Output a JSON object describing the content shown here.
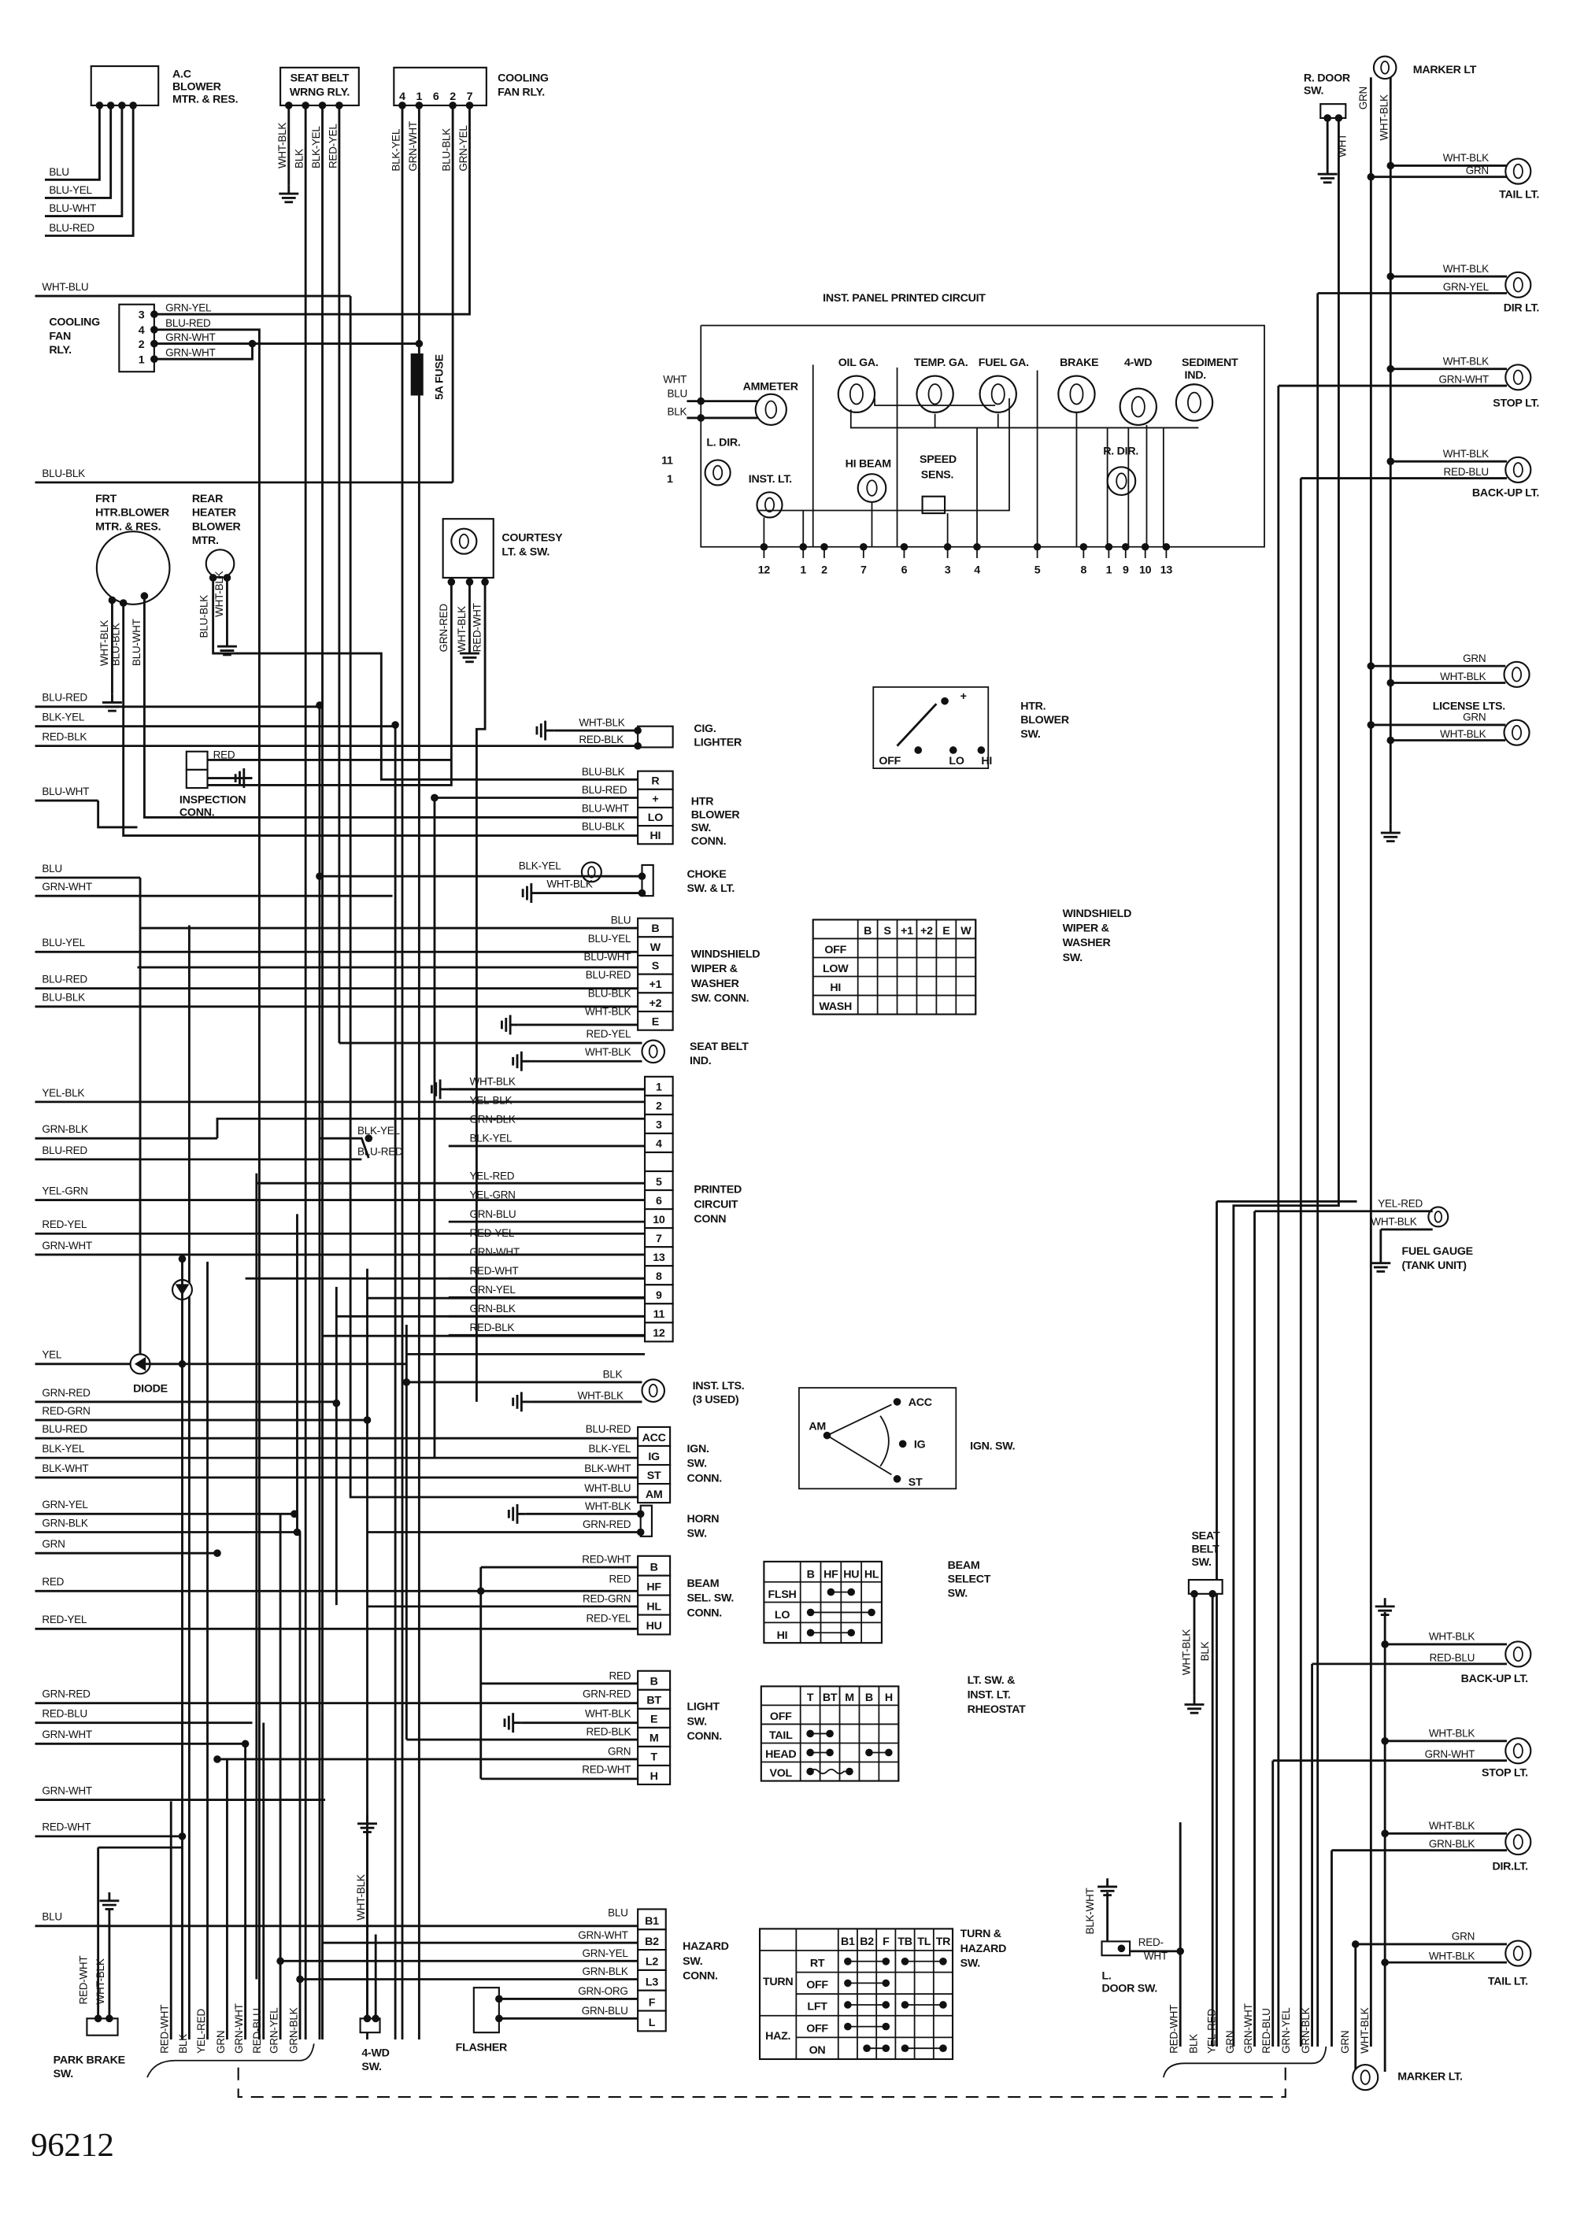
{
  "diagram_number": "96212",
  "ac_blower": {
    "label": [
      "A.C",
      "BLOWER",
      "MTR. & RES."
    ],
    "wires": [
      "BLU",
      "BLU-YEL",
      "BLU-WHT",
      "BLU-RED"
    ]
  },
  "seat_belt_relay": {
    "label": [
      "SEAT BELT",
      "WRNG RLY."
    ],
    "wires": [
      "WHT-BLK",
      "BLK",
      "BLK-YEL",
      "RED-YEL"
    ]
  },
  "cooling_fan_relay_top": {
    "label": [
      "COOLING",
      "FAN RLY."
    ],
    "pins": [
      "4",
      "1",
      "6",
      "2",
      "7"
    ],
    "wires": [
      "BLK-YEL",
      "GRN-WHT",
      "BLU-BLK",
      "GRN-YEL"
    ]
  },
  "cooling_fan_relay_left": {
    "label": [
      "COOLING",
      "FAN",
      "RLY."
    ],
    "pins": [
      "3",
      "4",
      "2",
      "1"
    ],
    "wires": [
      "GRN-YEL",
      "BLU-RED",
      "GRN-WHT",
      "GRN-WHT"
    ]
  },
  "fuse": "5A FUSE",
  "frt_blower": {
    "label": [
      "FRT",
      "HTR.BLOWER",
      "MTR. & RES."
    ],
    "wires": [
      "WHT-BLK",
      "BLU-BLK",
      "BLU-WHT"
    ]
  },
  "rear_blower": {
    "label": [
      "REAR",
      "HEATER",
      "BLOWER",
      "MTR."
    ],
    "wires": [
      "BLU-BLK",
      "WHT-BLK"
    ]
  },
  "courtesy": {
    "label": [
      "COURTESY",
      "LT. & SW."
    ],
    "wires": [
      "GRN-RED",
      "WHT-BLK",
      "RED-WHT"
    ]
  },
  "left_wires": [
    "WHT-BLU",
    "BLU-BLK",
    "BLU-RED",
    "BLK-YEL",
    "RED-BLK",
    "BLU-WHT",
    "BLU",
    "GRN-WHT",
    "BLU-YEL",
    "BLU-RED",
    "BLU-BLK",
    "YEL-BLK",
    "GRN-BLK",
    "BLU-RED",
    "YEL-GRN",
    "RED-YEL",
    "GRN-WHT",
    "YEL",
    "GRN-RED",
    "RED-GRN",
    "BLU-RED",
    "BLK-YEL",
    "BLK-WHT",
    "GRN-YEL",
    "GRN-BLK",
    "GRN",
    "RED",
    "RED-YEL",
    "GRN-RED",
    "RED-BLU",
    "GRN-WHT",
    "GRN-WHT",
    "RED-WHT",
    "BLU"
  ],
  "inspection_conn": {
    "wire": "RED",
    "label": [
      "INSPECTION",
      "CONN."
    ]
  },
  "cig_lighter": {
    "wires": [
      "WHT-BLK",
      "RED-BLK"
    ],
    "label": [
      "CIG.",
      "LIGHTER"
    ]
  },
  "htr_blower_conn": {
    "pins": [
      "R",
      "+",
      "LO",
      "HI"
    ],
    "wires": [
      "BLU-BLK",
      "BLU-RED",
      "BLU-WHT",
      "BLU-BLK"
    ],
    "label": [
      "HTR",
      "BLOWER",
      "SW.",
      "CONN."
    ]
  },
  "choke": {
    "wires": [
      "BLK-YEL",
      "WHT-BLK"
    ],
    "label": [
      "CHOKE",
      "SW. & LT."
    ]
  },
  "wiper_conn": {
    "pins": [
      "B",
      "W",
      "S",
      "+1",
      "+2",
      "E"
    ],
    "wires": [
      "BLU",
      "BLU-YEL",
      "BLU-WHT",
      "BLU-RED",
      "BLU-BLK",
      "WHT-BLK"
    ],
    "label": [
      "WINDSHIELD",
      "WIPER &",
      "WASHER",
      "SW. CONN."
    ]
  },
  "seat_belt_ind": {
    "wires": [
      "RED-YEL",
      "WHT-BLK"
    ],
    "label": [
      "SEAT BELT",
      "IND."
    ]
  },
  "pc_conn": {
    "pins": [
      "1",
      "2",
      "3",
      "4",
      "",
      "5",
      "6",
      "10",
      "7",
      "13",
      "8",
      "9",
      "11",
      "12"
    ],
    "wires": [
      "WHT-BLK",
      "YEL-BLK",
      "GRN-BLK",
      "BLK-YEL",
      "YEL-RED",
      "YEL-GRN",
      "GRN-BLU",
      "RED-YEL",
      "GRN-WHT",
      "RED-WHT",
      "GRN-YEL",
      "GRN-BLK",
      "RED-BLK"
    ],
    "junction_wires": [
      "BLK-YEL",
      "BLU-RED"
    ],
    "label": [
      "PRINTED",
      "CIRCUIT",
      "CONN"
    ]
  },
  "diode": "DIODE",
  "inst_lts": {
    "wires": [
      "BLK",
      "WHT-BLK"
    ],
    "label": [
      "INST. LTS.",
      "(3 USED)"
    ]
  },
  "ign_conn": {
    "pins": [
      "ACC",
      "IG",
      "ST",
      "AM"
    ],
    "wires": [
      "BLU-RED",
      "BLK-YEL",
      "BLK-WHT",
      "WHT-BLU"
    ],
    "label": [
      "IGN.",
      "SW.",
      "CONN."
    ]
  },
  "horn": {
    "wires": [
      "WHT-BLK",
      "GRN-RED"
    ],
    "label": [
      "HORN",
      "SW."
    ]
  },
  "beam_conn": {
    "pins": [
      "B",
      "HF",
      "HL",
      "HU"
    ],
    "wires": [
      "RED-WHT",
      "RED",
      "RED-GRN",
      "RED-YEL"
    ],
    "label": [
      "BEAM",
      "SEL. SW.",
      "CONN."
    ]
  },
  "light_conn": {
    "pins": [
      "B",
      "BT",
      "E",
      "M",
      "T",
      "H"
    ],
    "wires": [
      "RED",
      "GRN-RED",
      "WHT-BLK",
      "RED-BLK",
      "GRN",
      "RED-WHT"
    ],
    "label": [
      "LIGHT",
      "SW.",
      "CONN."
    ]
  },
  "hazard_conn": {
    "pins": [
      "B1",
      "B2",
      "L2",
      "L3",
      "F",
      "L"
    ],
    "wires": [
      "BLU",
      "GRN-WHT",
      "GRN-YEL",
      "GRN-BLK",
      "GRN-ORG",
      "GRN-BLU"
    ],
    "label": [
      "HAZARD",
      "SW.",
      "CONN."
    ]
  },
  "flasher": "FLASHER",
  "four_wd_sw": {
    "wire": "WHT-BLK",
    "label": [
      "4-WD",
      "SW."
    ]
  },
  "park_brake_sw": {
    "wires": [
      "RED-WHT",
      "WHT-BLK"
    ],
    "label": [
      "PARK BRAKE",
      "SW."
    ]
  },
  "bottom_left_bundle": [
    "RED-WHT",
    "BLK",
    "YEL-RED",
    "GRN",
    "GRN-WHT",
    "RED-BLU",
    "GRN-YEL",
    "GRN-BLK"
  ],
  "inst_panel": {
    "title": "INST. PANEL PRINTED CIRCUIT",
    "input_wires": [
      "WHT",
      "BLU",
      "BLK"
    ],
    "lamps": [
      "AMMETER",
      "L. DIR.",
      "INST. LT.",
      "OIL GA.",
      "TEMP. GA.",
      "FUEL GA.",
      "BRAKE",
      "4-WD",
      "SEDIMENT",
      "IND.",
      "HI BEAM",
      "SPEED",
      "SENS.",
      "R. DIR."
    ],
    "left_terminals": [
      "11",
      "1"
    ],
    "terminals": [
      "12",
      "1",
      "2",
      "7",
      "6",
      "3",
      "4",
      "5",
      "8",
      "1",
      "9",
      "10",
      "13"
    ]
  },
  "htr_blower_sw": {
    "positions": [
      "+",
      "OFF",
      "LO",
      "HI"
    ],
    "label": [
      "HTR.",
      "BLOWER",
      "SW."
    ]
  },
  "wiper_table": {
    "columns": [
      "B",
      "S",
      "+1",
      "+2",
      "E",
      "W"
    ],
    "rows": [
      "OFF",
      "LOW",
      "HI",
      "WASH"
    ],
    "label": [
      "WINDSHIELD",
      "WIPER &",
      "WASHER",
      "SW."
    ]
  },
  "ign_sw": {
    "positions": [
      "AM",
      "ACC",
      "IG",
      "ST"
    ],
    "label": "IGN. SW."
  },
  "beam_table": {
    "columns": [
      "B",
      "HF",
      "HU",
      "HL"
    ],
    "rows": [
      {
        "name": "FLSH",
        "links": [
          [
            "HF",
            "HU"
          ]
        ]
      },
      {
        "name": "LO",
        "links": [
          [
            "B",
            "HL"
          ]
        ]
      },
      {
        "name": "HI",
        "links": [
          [
            "B",
            "HU"
          ]
        ]
      }
    ],
    "label": [
      "BEAM",
      "SELECT",
      "SW."
    ]
  },
  "light_table": {
    "columns": [
      "T",
      "BT",
      "M",
      "B",
      "H"
    ],
    "rows": [
      {
        "name": "OFF",
        "links": []
      },
      {
        "name": "TAIL",
        "links": [
          [
            "T",
            "BT"
          ]
        ]
      },
      {
        "name": "HEAD",
        "links": [
          [
            "T",
            "BT"
          ],
          [
            "B",
            "H"
          ]
        ]
      },
      {
        "name": "VOL",
        "links": [
          [
            "T",
            "M"
          ]
        ],
        "rheostat": true
      }
    ],
    "label": [
      "LT. SW. &",
      "INST. LT.",
      "RHEOSTAT"
    ]
  },
  "turn_table": {
    "columns": [
      "B1",
      "B2",
      "F",
      "TB",
      "TL",
      "TR"
    ],
    "groups": [
      "TURN",
      "HAZ."
    ],
    "rows": [
      {
        "group": 0,
        "name": "RT",
        "links": [
          [
            "B1",
            "F"
          ],
          [
            "TB",
            "TR"
          ]
        ]
      },
      {
        "group": 0,
        "name": "OFF",
        "links": [
          [
            "B1",
            "F"
          ]
        ]
      },
      {
        "group": 0,
        "name": "LFT",
        "links": [
          [
            "B1",
            "F"
          ],
          [
            "TB",
            "TR"
          ]
        ]
      },
      {
        "group": 1,
        "name": "OFF",
        "links": [
          [
            "B1",
            "F"
          ]
        ]
      },
      {
        "group": 1,
        "name": "ON",
        "links": [
          [
            "B2",
            "F"
          ],
          [
            "TB",
            "TR"
          ]
        ]
      }
    ],
    "label": [
      "TURN &",
      "HAZARD",
      "SW."
    ]
  },
  "r_door_sw": {
    "label": [
      "R. DOOR",
      "SW."
    ],
    "wire": "WHT"
  },
  "marker_top": {
    "label": "MARKER LT",
    "wires": [
      "GRN",
      "WHT-BLK"
    ]
  },
  "rear_lamps_upper": [
    {
      "wires": [
        "WHT-BLK",
        "GRN"
      ],
      "label": "TAIL LT."
    },
    {
      "wires": [
        "WHT-BLK",
        "GRN-YEL"
      ],
      "label": "DIR LT."
    },
    {
      "wires": [
        "WHT-BLK",
        "GRN-WHT"
      ],
      "label": "STOP LT."
    },
    {
      "wires": [
        "WHT-BLK",
        "RED-BLU"
      ],
      "label": "BACK-UP LT."
    }
  ],
  "license_lts": {
    "wires": [
      "GRN",
      "WHT-BLK",
      "GRN",
      "WHT-BLK"
    ],
    "label": "LICENSE LTS."
  },
  "fuel_gauge": {
    "wires": [
      "YEL-RED",
      "WHT-BLK"
    ],
    "label": [
      "FUEL GAUGE",
      "(TANK UNIT)"
    ]
  },
  "seat_belt_sw": {
    "label": [
      "SEAT",
      "BELT",
      "SW."
    ],
    "wires": [
      "WHT-BLK",
      "BLK"
    ]
  },
  "rear_lamps_lower": [
    {
      "wires": [
        "WHT-BLK",
        "RED-BLU"
      ],
      "label": "BACK-UP LT."
    },
    {
      "wires": [
        "WHT-BLK",
        "GRN-WHT"
      ],
      "label": "STOP LT."
    },
    {
      "wires": [
        "WHT-BLK",
        "GRN-BLK"
      ],
      "label": "DIR.LT."
    },
    {
      "wires": [
        "GRN",
        "WHT-BLK"
      ],
      "label": "TAIL LT."
    }
  ],
  "l_door_sw": {
    "wires": [
      "BLK-WHT",
      "RED-",
      "WHT"
    ],
    "label": [
      "L.",
      "DOOR SW."
    ]
  },
  "bottom_right_bundle": [
    "RED-WHT",
    "BLK",
    "YEL-RED",
    "GRN",
    "GRN-WHT",
    "RED-BLU",
    "GRN-YEL",
    "GRN-BLK",
    "GRN",
    "WHT-BLK"
  ],
  "marker_bottom": "MARKER LT."
}
